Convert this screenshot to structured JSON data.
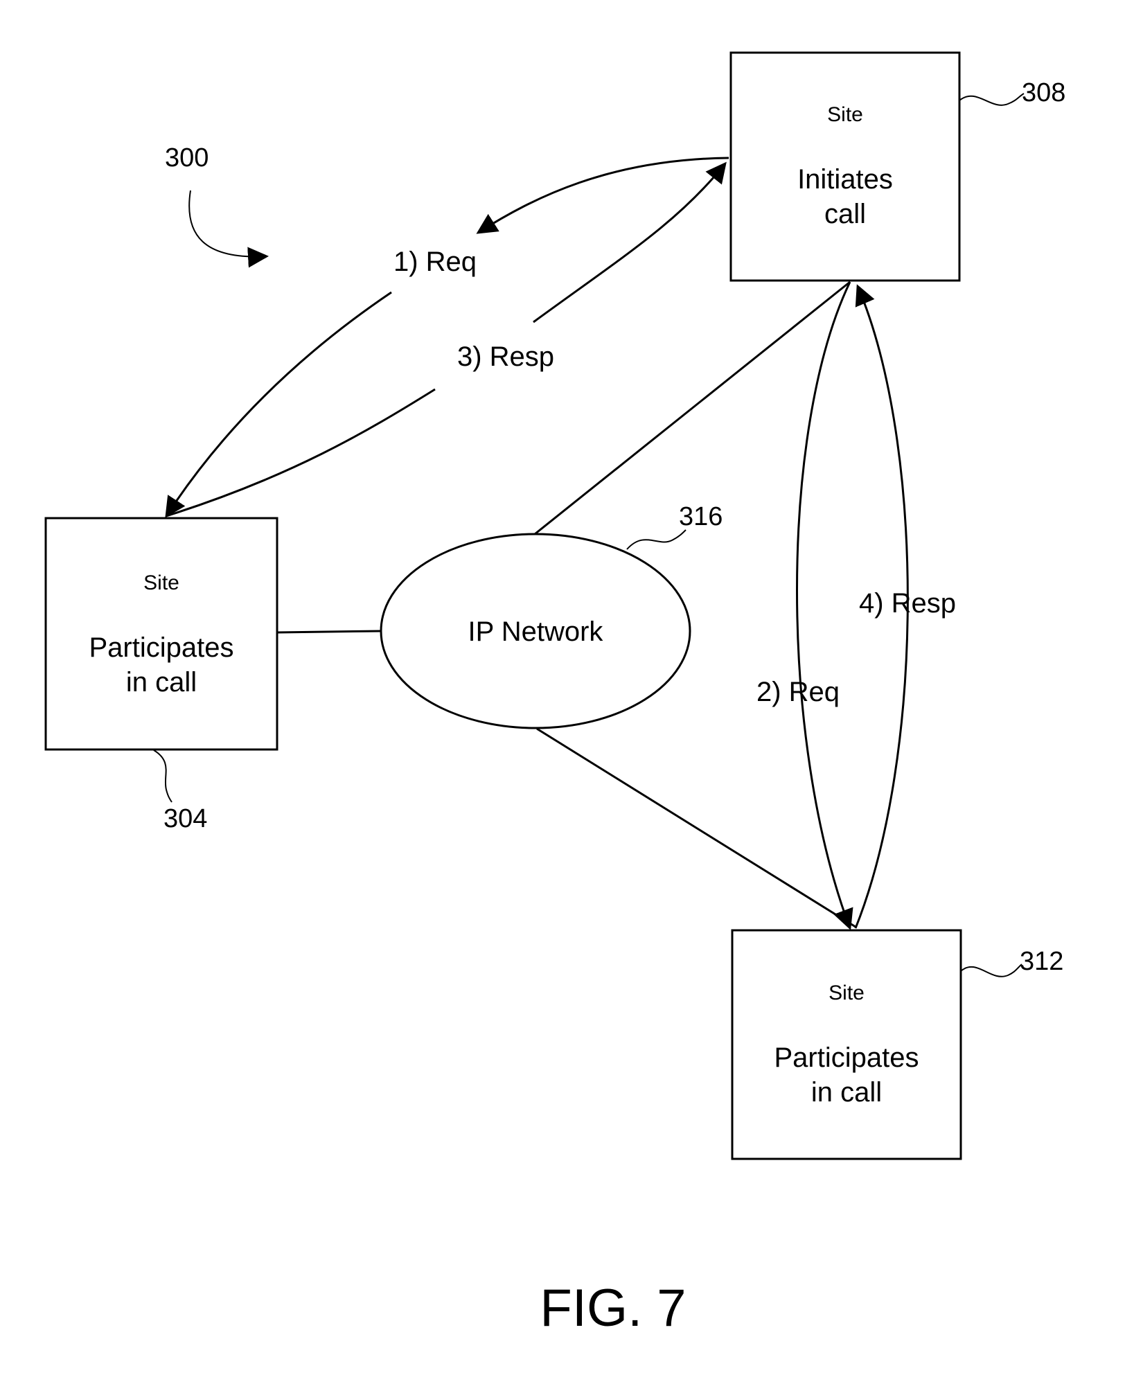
{
  "figure_label": "FIG. 7",
  "system_ref": "300",
  "network": {
    "label": "IP Network",
    "ref": "316"
  },
  "sites": {
    "initiator": {
      "title": "Site",
      "line1": "Initiates",
      "line2": "call",
      "ref": "308"
    },
    "left": {
      "title": "Site",
      "line1": "Participates",
      "line2": "in call",
      "ref": "304"
    },
    "bottom": {
      "title": "Site",
      "line1": "Participates",
      "line2": "in call",
      "ref": "312"
    }
  },
  "messages": {
    "req1": "1) Req",
    "resp3": "3) Resp",
    "req2": "2) Req",
    "resp4": "4) Resp"
  }
}
